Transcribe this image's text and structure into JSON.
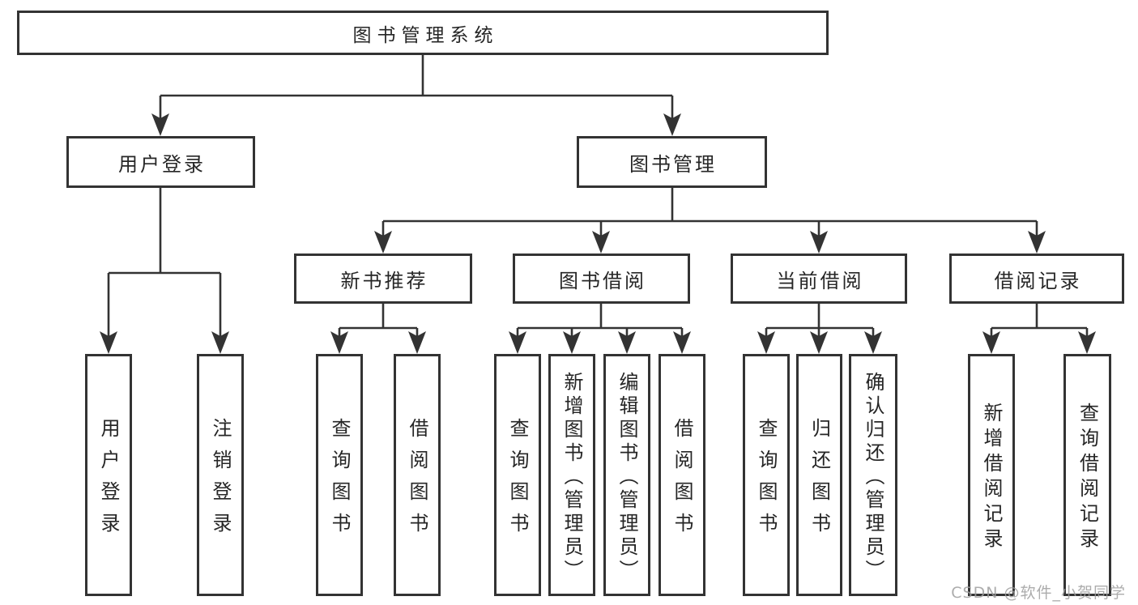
{
  "colors": {
    "line": "#333333",
    "box_border": "#333333",
    "text": "#262626",
    "watermark": "#9e9e9e",
    "background": "#ffffff"
  },
  "watermark": {
    "text": "CSDN @软件_小贺同学"
  },
  "tree": {
    "label": "图书管理系统",
    "children": [
      {
        "label": "用户登录",
        "children": [
          {
            "label": "用户登录"
          },
          {
            "label": "注销登录"
          }
        ]
      },
      {
        "label": "图书管理",
        "children": [
          {
            "label": "新书推荐",
            "children": [
              {
                "label": "查询图书"
              },
              {
                "label": "借阅图书"
              }
            ]
          },
          {
            "label": "图书借阅",
            "children": [
              {
                "label": "查询图书"
              },
              {
                "label": "新增图书（管理员）"
              },
              {
                "label": "编辑图书（管理员）"
              },
              {
                "label": "借阅图书"
              }
            ]
          },
          {
            "label": "当前借阅",
            "children": [
              {
                "label": "查询图书"
              },
              {
                "label": "归还图书"
              },
              {
                "label": "确认归还（管理员）"
              }
            ]
          },
          {
            "label": "借阅记录",
            "children": [
              {
                "label": "新增借阅记录"
              },
              {
                "label": "查询借阅记录"
              }
            ]
          }
        ]
      }
    ]
  }
}
